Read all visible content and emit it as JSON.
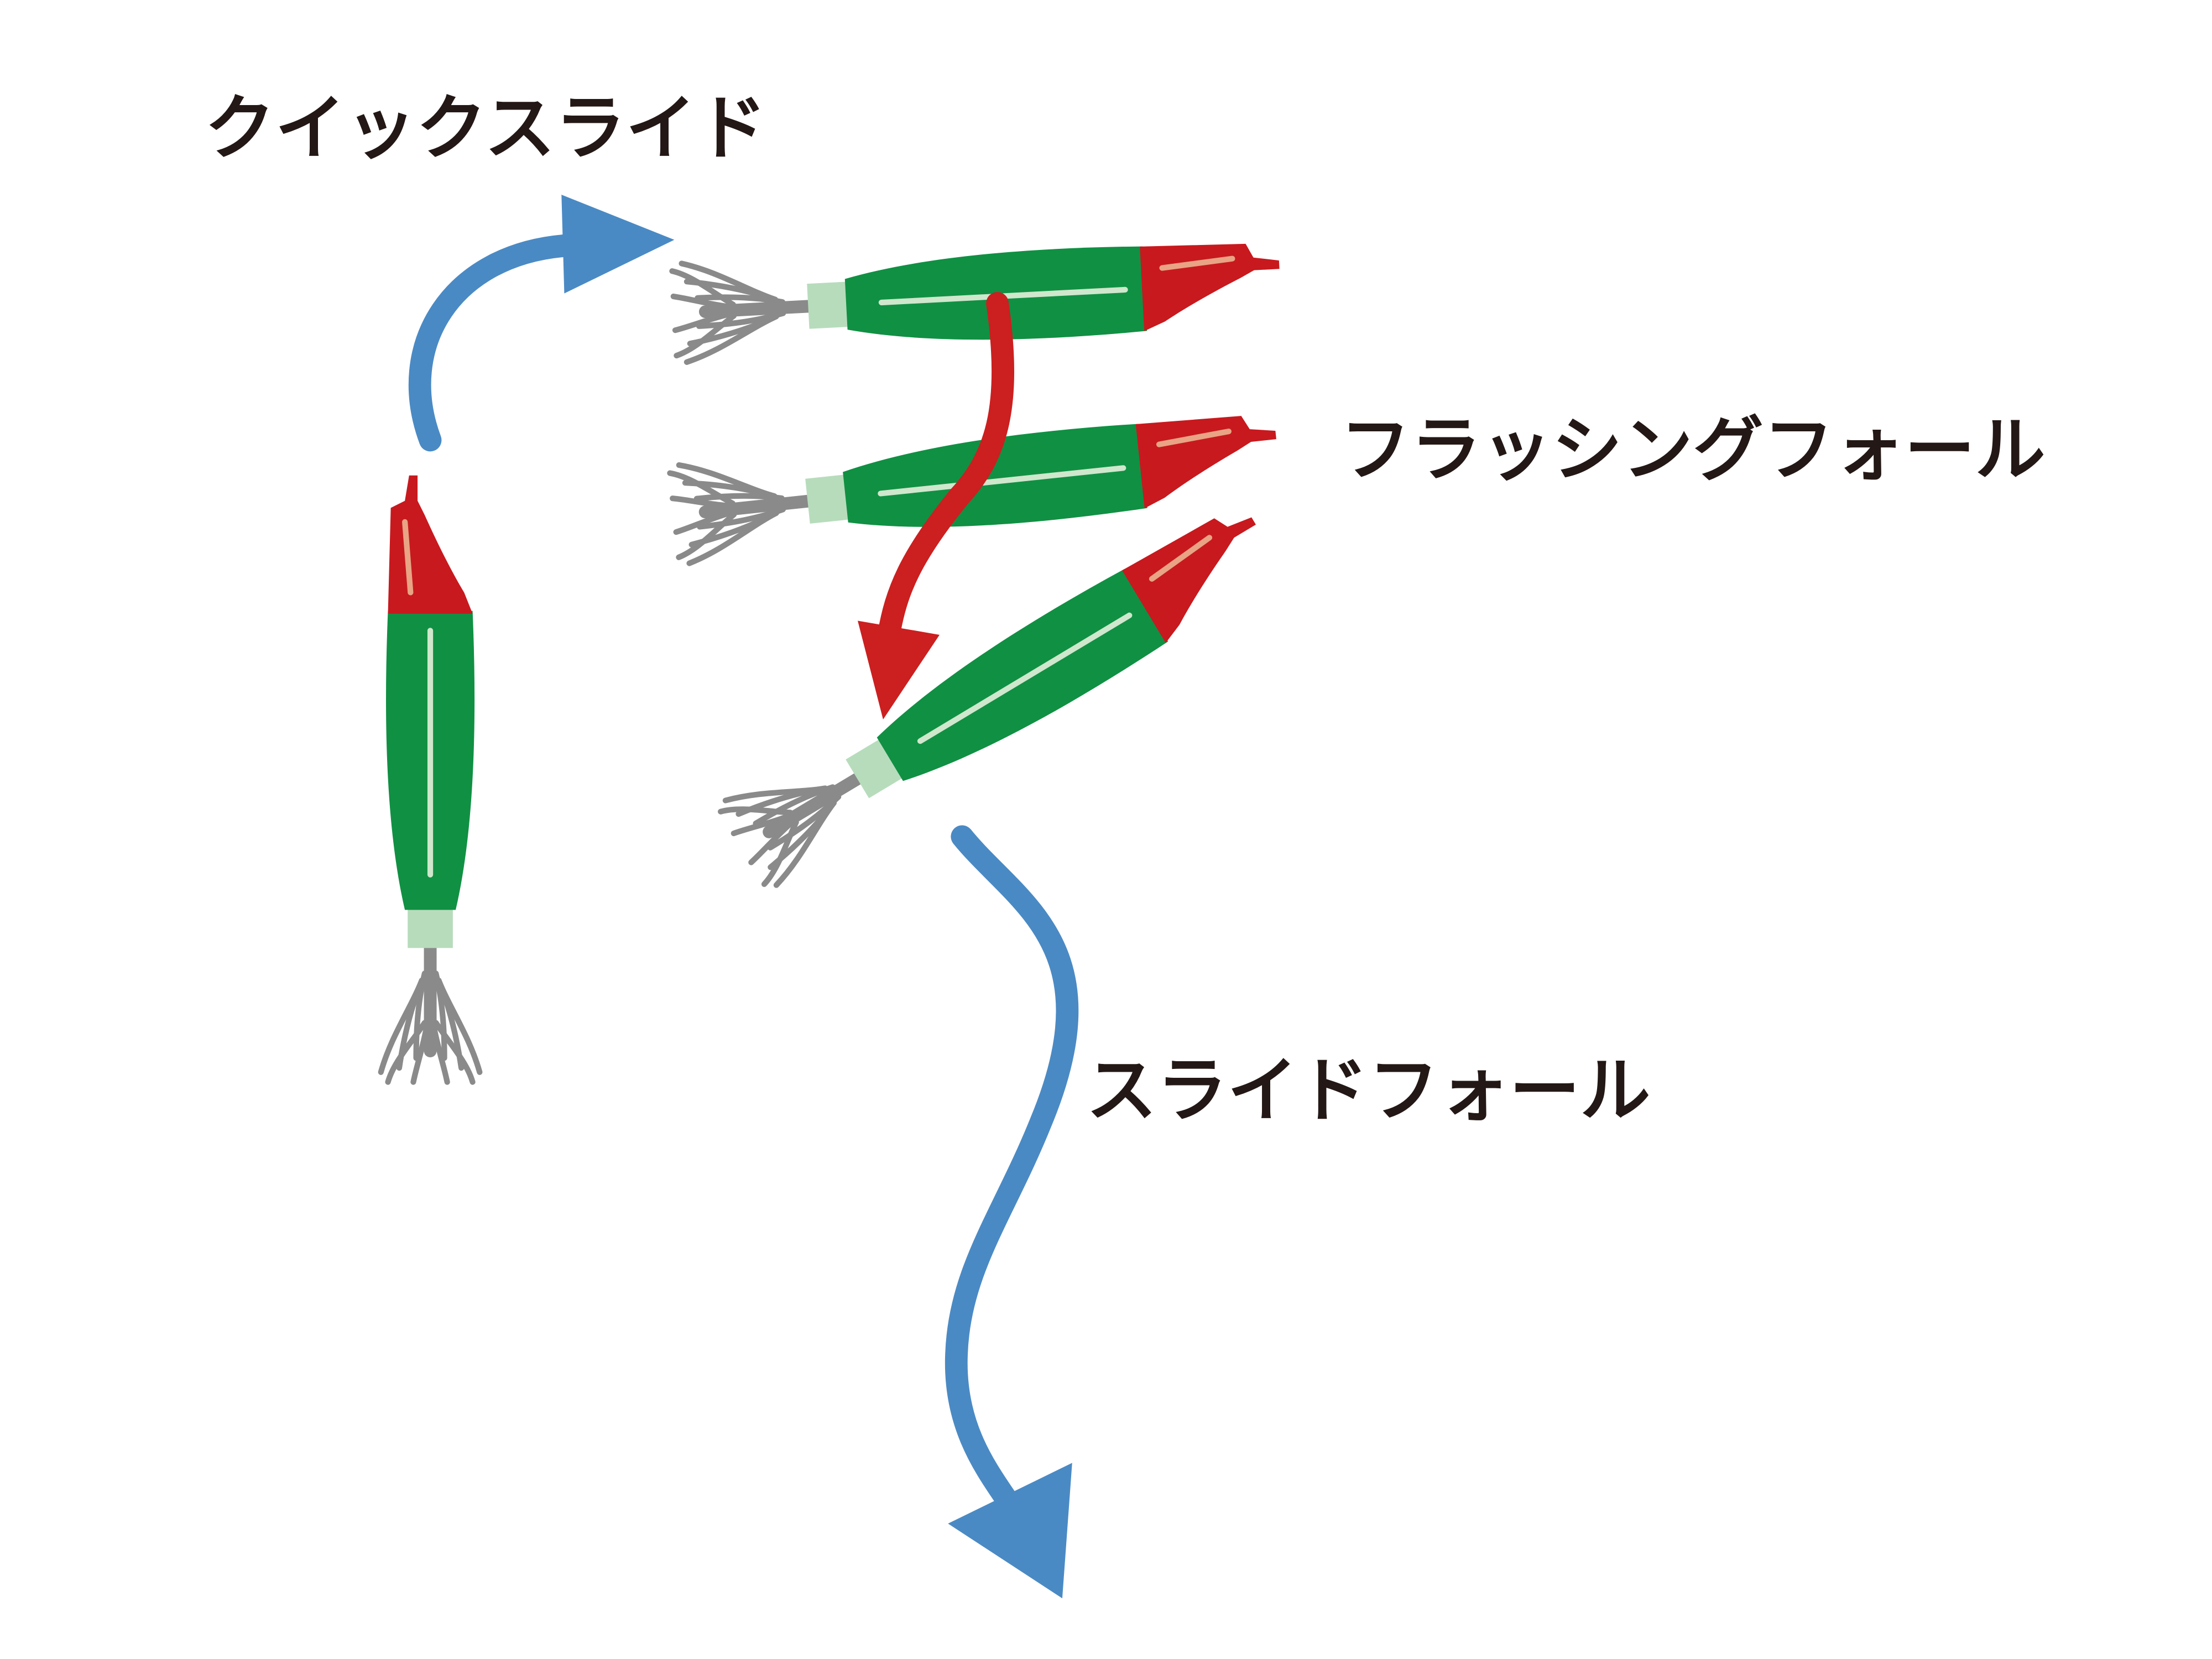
{
  "labels": {
    "quick_slide": "クイックスライド",
    "flashing_fall": "フラッシングフォール",
    "slide_fall": "スライドフォール"
  },
  "colors": {
    "blue_arrow": "#4a8ac4",
    "red_arrow": "#cc1f1f",
    "jig_body": "#109043",
    "jig_head": "#c8191e",
    "jig_collar": "#b7dcbc",
    "jig_hooks": "#8a8a8a",
    "body_stripe": "#cfe7cc",
    "head_stripe": "#e8a484"
  }
}
